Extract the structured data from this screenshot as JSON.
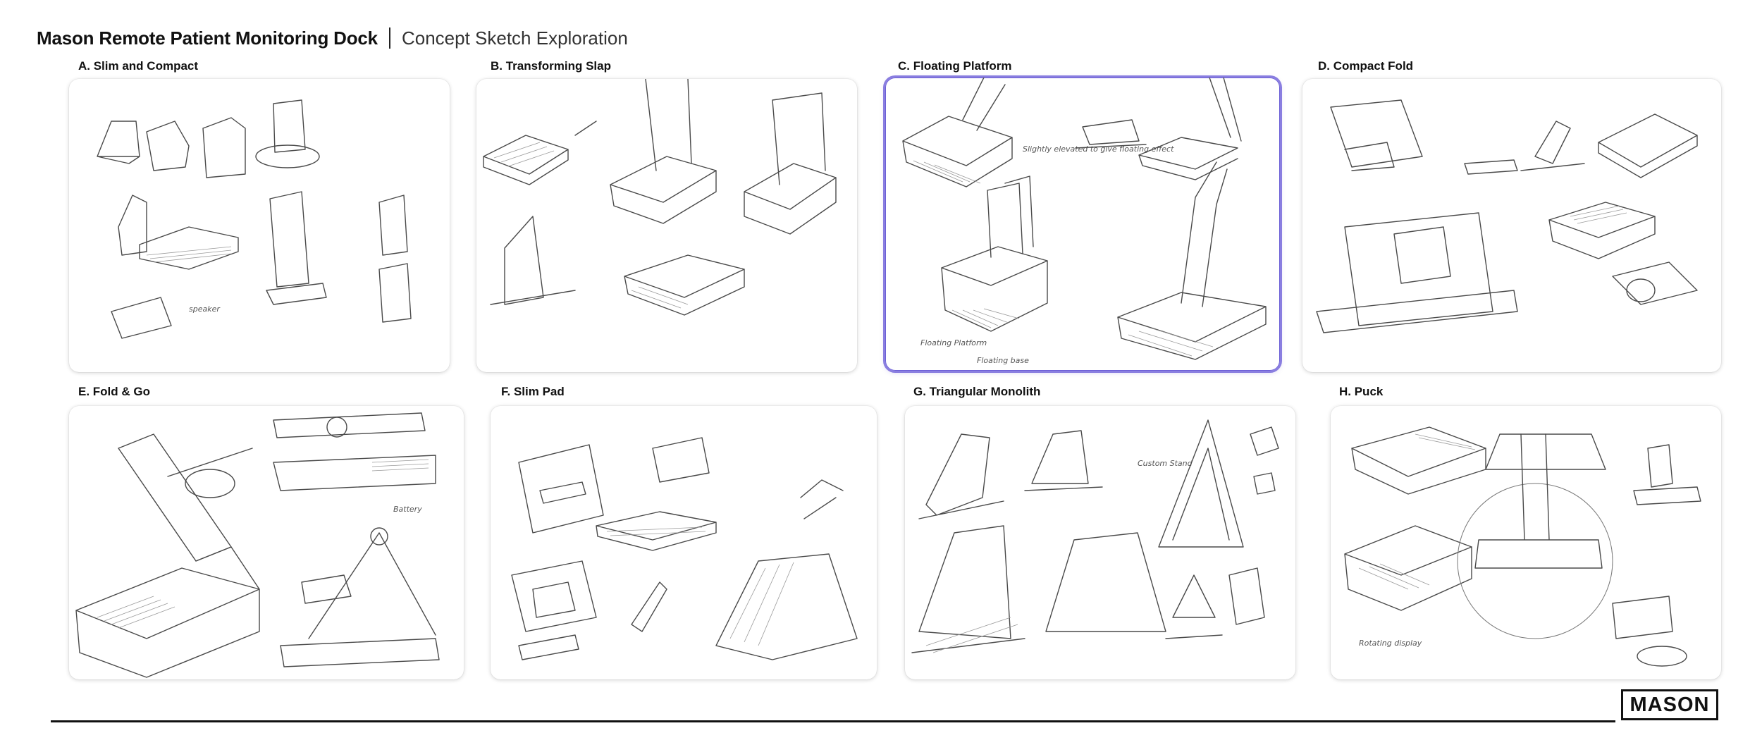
{
  "header": {
    "title": "Mason Remote Patient Monitoring Dock",
    "subtitle": "Concept Sketch Exploration"
  },
  "panels": [
    {
      "label": "A. Slim and Compact",
      "selected": false
    },
    {
      "label": "B. Transforming Slap",
      "selected": false
    },
    {
      "label": "C. Floating Platform",
      "selected": true
    },
    {
      "label": "D. Compact Fold",
      "selected": false
    },
    {
      "label": "E. Fold & Go",
      "selected": false
    },
    {
      "label": "F. Slim Pad",
      "selected": false
    },
    {
      "label": "G. Triangular Monolith",
      "selected": false
    },
    {
      "label": "H. Puck",
      "selected": false
    }
  ],
  "annotations": {
    "c_1": "Slightly elevated to give floating effect",
    "c_2": "Floating Platform",
    "c_3": "Floating base",
    "e_1": "Battery",
    "g_1": "Custom Stand",
    "h_1": "Rotating display"
  },
  "logo": {
    "text": "MASON"
  },
  "colors": {
    "selection": "#8a7ee0",
    "ink": "#4a4a4a"
  }
}
